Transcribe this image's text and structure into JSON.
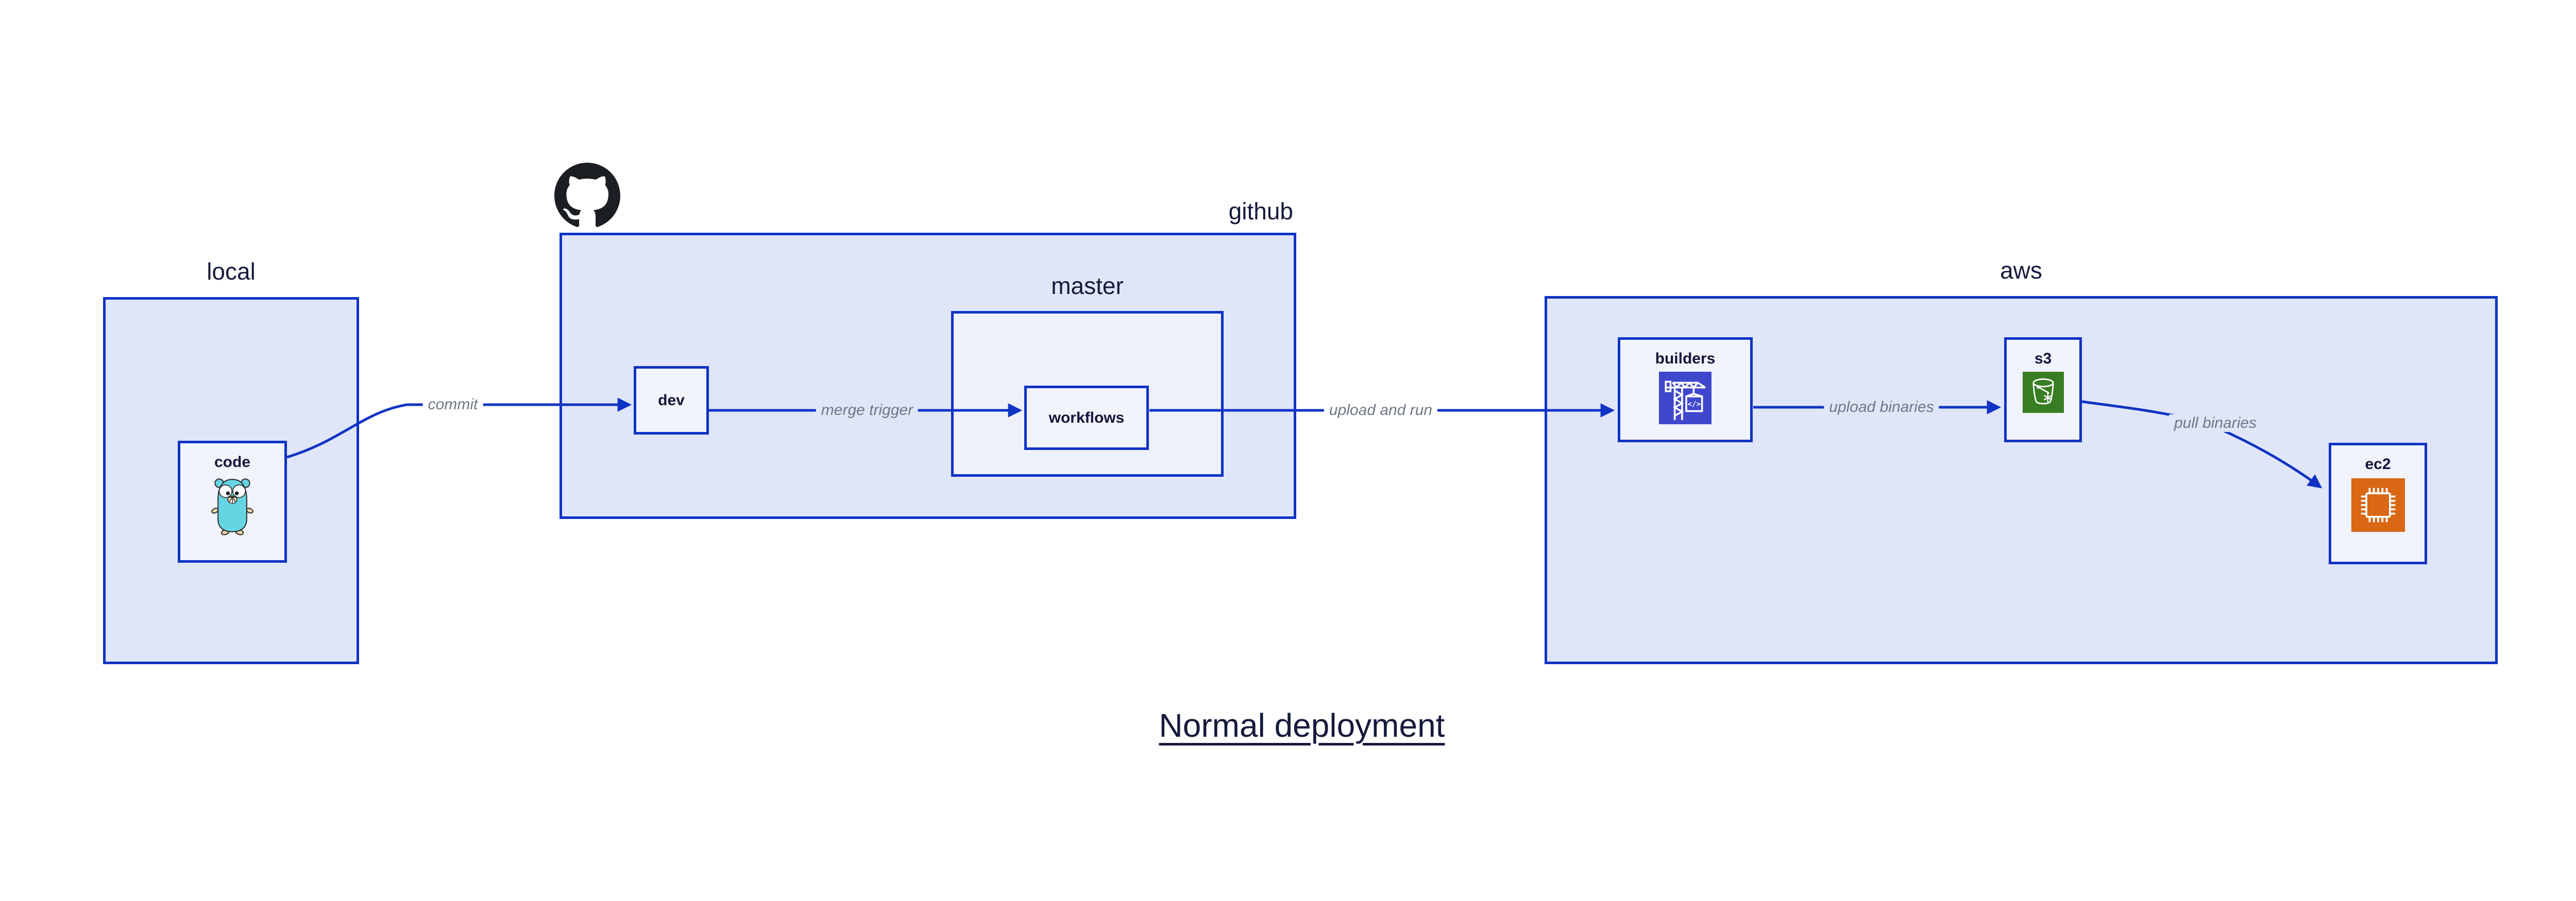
{
  "title": "Normal deployment",
  "groups": {
    "local": {
      "label": "local"
    },
    "github": {
      "label": "github"
    },
    "master": {
      "label": "master"
    },
    "aws": {
      "label": "aws"
    }
  },
  "nodes": {
    "code": {
      "label": "code",
      "icon": "go-gopher-icon"
    },
    "dev": {
      "label": "dev"
    },
    "workflows": {
      "label": "workflows"
    },
    "builders": {
      "label": "builders",
      "icon": "crane-icon"
    },
    "s3": {
      "label": "s3",
      "icon": "bucket-icon"
    },
    "ec2": {
      "label": "ec2",
      "icon": "chip-icon"
    }
  },
  "edges": {
    "commit": {
      "label": "commit",
      "from": "code",
      "to": "dev"
    },
    "merge_trigger": {
      "label": "merge trigger",
      "from": "dev",
      "to": "workflows"
    },
    "upload_and_run": {
      "label": "upload and run",
      "from": "workflows",
      "to": "builders"
    },
    "upload_binaries": {
      "label": "upload binaries",
      "from": "builders",
      "to": "s3"
    },
    "pull_binaries": {
      "label": "pull binaries",
      "from": "s3",
      "to": "ec2"
    }
  },
  "icons": {
    "github_logo": "github-octocat-logo"
  },
  "colors": {
    "background": "#ffffff",
    "stroke_blue": "#0f33c4",
    "group_fill": "#e0e6fa",
    "master_fill": "#eef1fc",
    "node_fill": "#f1f3fd",
    "text_navy": "#151a3c",
    "edge_label_gray": "#6e7787",
    "builders_icon_purple": "#3f48cd",
    "s3_icon_green": "#377e22",
    "ec2_icon_orange": "#d96713",
    "gopher_cyan": "#66d5e3",
    "octocat_black": "#1b1f23"
  }
}
